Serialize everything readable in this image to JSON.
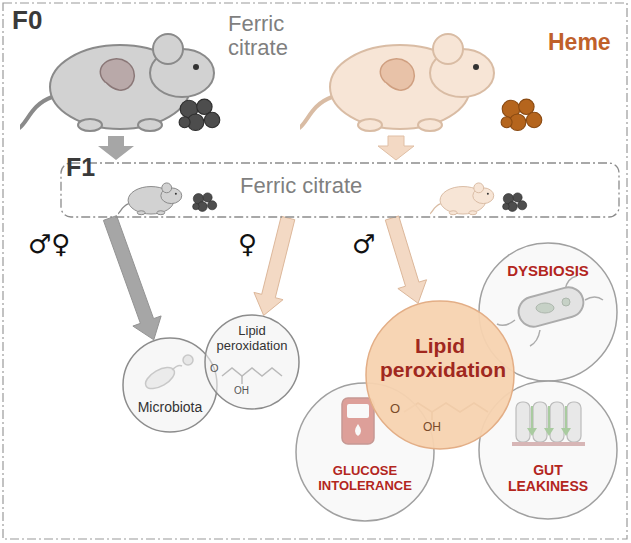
{
  "diagram": {
    "nodes": [
      {
        "text": [
          "F1",
          "Ferric citrate"
        ]
      },
      {
        "text": [
          "Microbiota"
        ]
      },
      {
        "text": [
          "Lipid peroxidation"
        ]
      },
      {
        "text": [
          "Lipid peroxidation"
        ]
      },
      {
        "text": [
          "DYSBIOSIS"
        ]
      },
      {
        "text": [
          "GLUCOSE INTOLERANCE"
        ]
      },
      {
        "text": [
          "GUT LEAKINESS"
        ]
      }
    ],
    "edges": [
      {
        "from": 0,
        "to": 1,
        "label": "♂♀",
        "arrow": "to"
      },
      {
        "from": 0,
        "to": 2,
        "label": "♀",
        "arrow": "to"
      },
      {
        "from": 0,
        "to": 3,
        "label": "♂",
        "arrow": "to"
      }
    ],
    "labels": [
      "F0",
      "Ferric citrate",
      "Heme",
      "O",
      "OH",
      "O",
      "OH"
    ]
  }
}
